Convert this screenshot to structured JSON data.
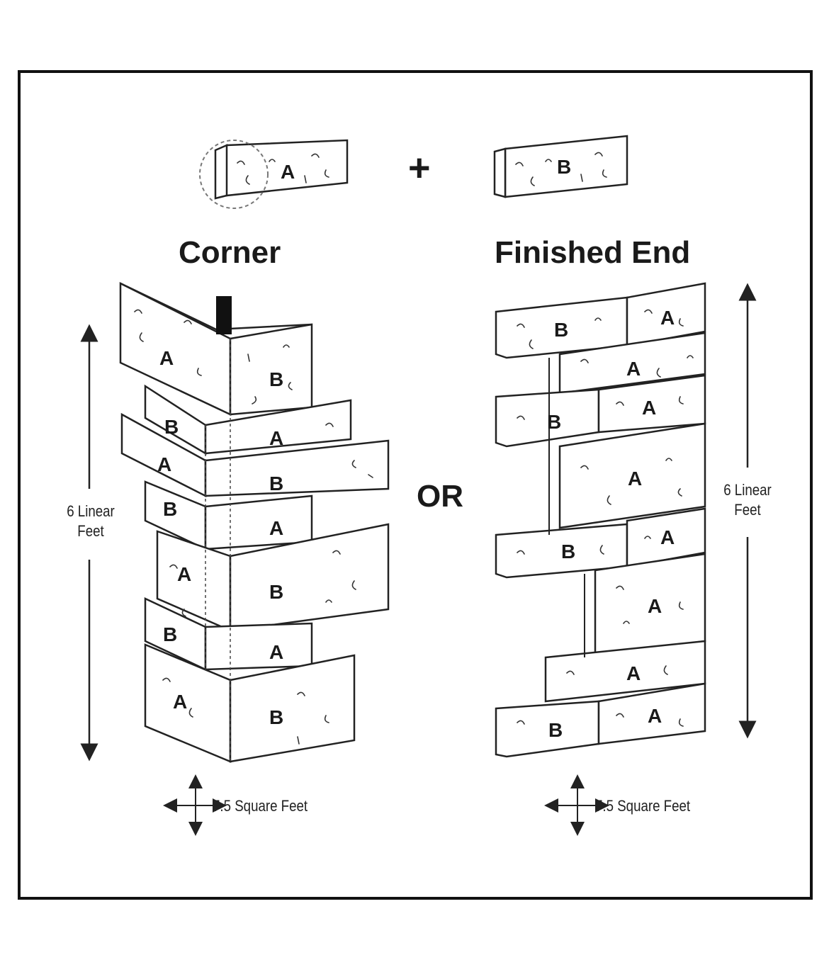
{
  "legend": {
    "piece_a_label": "A",
    "piece_b_label": "B",
    "plus_symbol": "+"
  },
  "corner": {
    "title": "Corner",
    "height_label_line1": "6 Linear",
    "height_label_line2": "Feet",
    "area_label": "7.5 Square Feet"
  },
  "separator": "OR",
  "finished_end": {
    "title": "Finished End",
    "height_label_line1": "6 Linear",
    "height_label_line2": "Feet",
    "area_label": "7.5 Square Feet"
  }
}
